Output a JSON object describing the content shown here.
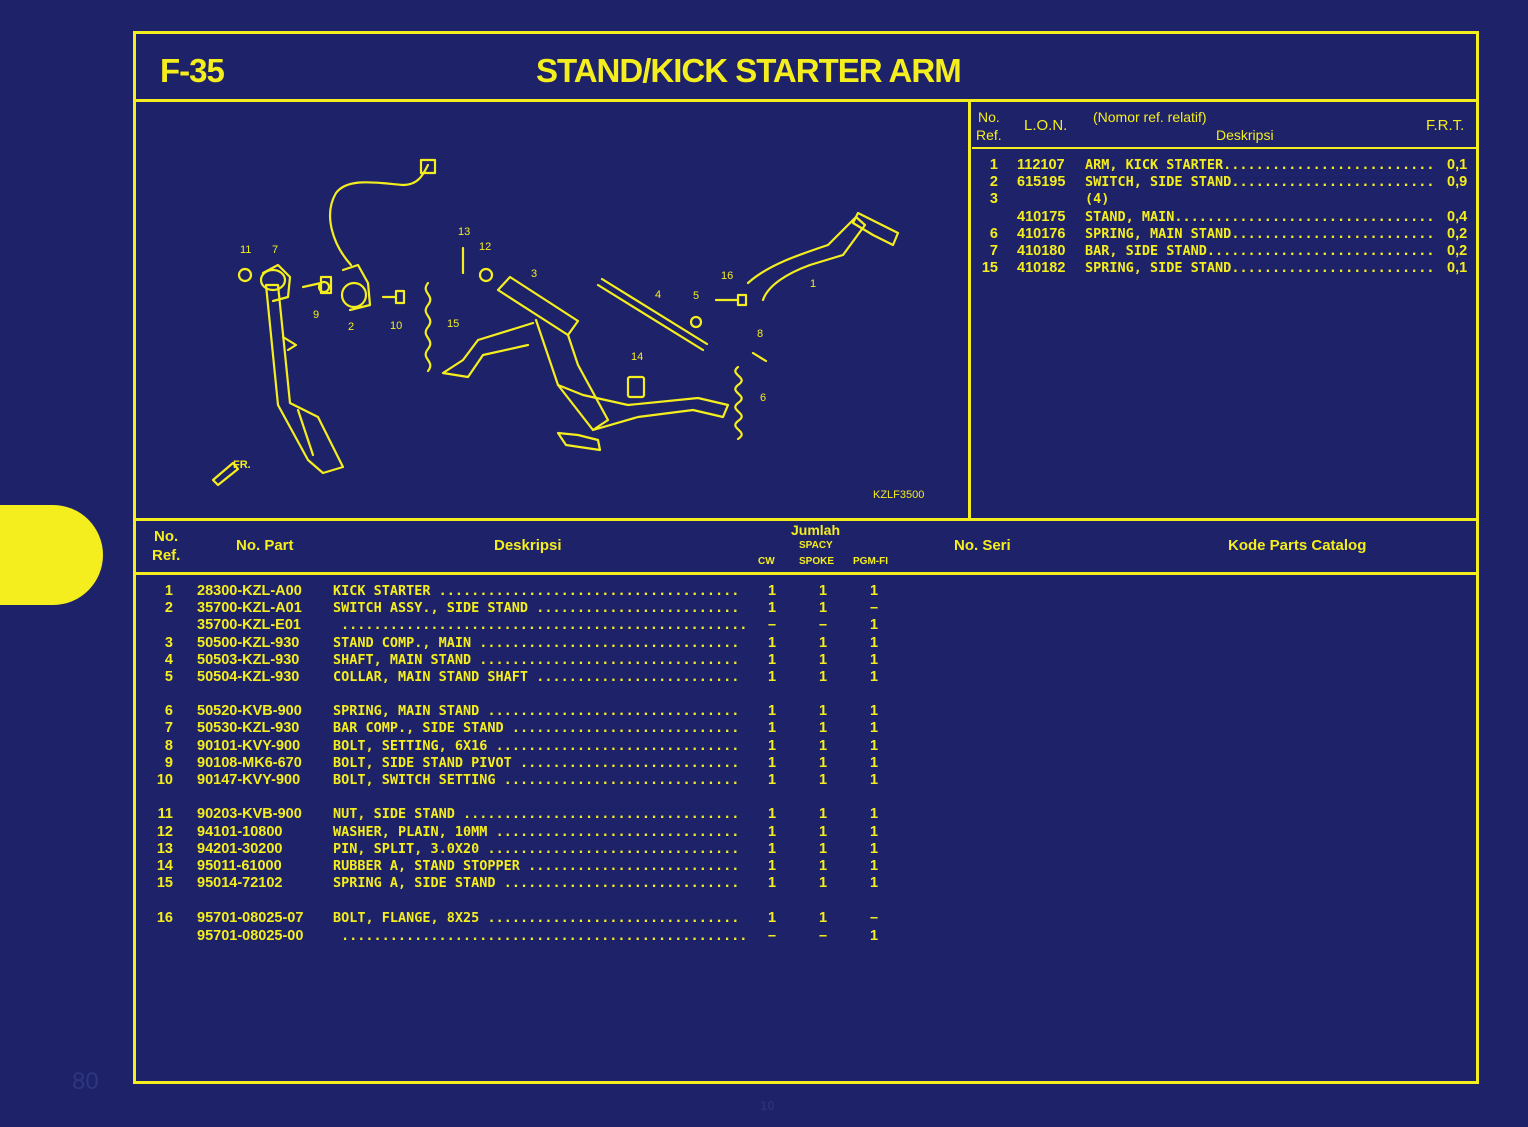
{
  "page": {
    "code": "F-35",
    "title": "STAND/KICK STARTER ARM",
    "page_number": "80",
    "footer_text": "10"
  },
  "figure": {
    "code": "KZLF3500",
    "fr_label": "FR.",
    "callouts": [
      "1",
      "2",
      "3",
      "4",
      "5",
      "6",
      "7",
      "8",
      "9",
      "10",
      "11",
      "12",
      "13",
      "14",
      "15",
      "16"
    ]
  },
  "ref_table": {
    "h_no": "No.",
    "h_ref": "Ref.",
    "h_lon": "L.O.N.",
    "h_rel": "(Nomor ref. relatif)",
    "h_desc": "Deskripsi",
    "h_frt": "F.R.T.",
    "rows": [
      {
        "ref": "1",
        "lon": "112107",
        "desc": "ARM, KICK STARTER",
        "frt": "0,1"
      },
      {
        "ref": "2",
        "lon": "615195",
        "desc": "SWITCH, SIDE STAND",
        "frt": "0,9"
      },
      {
        "ref": "3",
        "lon": "",
        "desc": "(4)",
        "frt": ""
      },
      {
        "ref": "",
        "lon": "410175",
        "desc": "STAND, MAIN",
        "frt": "0,4"
      },
      {
        "ref": "6",
        "lon": "410176",
        "desc": "SPRING, MAIN STAND",
        "frt": "0,2"
      },
      {
        "ref": "7",
        "lon": "410180",
        "desc": "BAR, SIDE STAND",
        "frt": "0,2"
      },
      {
        "ref": "15",
        "lon": "410182",
        "desc": "SPRING, SIDE STAND",
        "frt": "0,1"
      }
    ]
  },
  "parts_table": {
    "h_no": "No.",
    "h_ref": "Ref.",
    "h_part": "No. Part",
    "h_desc": "Deskripsi",
    "h_jumlah": "Jumlah",
    "h_spacy": "SPACY",
    "h_cw": "CW",
    "h_spoke": "SPOKE",
    "h_pgm": "PGM-FI",
    "h_seri": "No. Seri",
    "h_kode": "Kode Parts Catalog",
    "rows": [
      {
        "ref": "1",
        "part": "28300-KZL-A00",
        "desc": "KICK STARTER",
        "cw": "1",
        "spoke": "1",
        "pgm": "1"
      },
      {
        "ref": "2",
        "part": "35700-KZL-A01",
        "desc": "SWITCH ASSY., SIDE STAND",
        "cw": "1",
        "spoke": "1",
        "pgm": "–"
      },
      {
        "ref": "",
        "part": "35700-KZL-E01",
        "desc": "",
        "cw": "–",
        "spoke": "–",
        "pgm": "1"
      },
      {
        "ref": "3",
        "part": "50500-KZL-930",
        "desc": "STAND COMP., MAIN",
        "cw": "1",
        "spoke": "1",
        "pgm": "1"
      },
      {
        "ref": "4",
        "part": "50503-KZL-930",
        "desc": "SHAFT, MAIN STAND",
        "cw": "1",
        "spoke": "1",
        "pgm": "1"
      },
      {
        "ref": "5",
        "part": "50504-KZL-930",
        "desc": "COLLAR, MAIN STAND SHAFT",
        "cw": "1",
        "spoke": "1",
        "pgm": "1"
      },
      {
        "ref": "6",
        "part": "50520-KVB-900",
        "desc": "SPRING, MAIN STAND",
        "cw": "1",
        "spoke": "1",
        "pgm": "1"
      },
      {
        "ref": "7",
        "part": "50530-KZL-930",
        "desc": "BAR COMP., SIDE STAND",
        "cw": "1",
        "spoke": "1",
        "pgm": "1"
      },
      {
        "ref": "8",
        "part": "90101-KVY-900",
        "desc": "BOLT, SETTING, 6X16",
        "cw": "1",
        "spoke": "1",
        "pgm": "1"
      },
      {
        "ref": "9",
        "part": "90108-MK6-670",
        "desc": "BOLT, SIDE STAND PIVOT",
        "cw": "1",
        "spoke": "1",
        "pgm": "1"
      },
      {
        "ref": "10",
        "part": "90147-KVY-900",
        "desc": "BOLT, SWITCH SETTING",
        "cw": "1",
        "spoke": "1",
        "pgm": "1"
      },
      {
        "ref": "11",
        "part": "90203-KVB-900",
        "desc": "NUT, SIDE STAND",
        "cw": "1",
        "spoke": "1",
        "pgm": "1"
      },
      {
        "ref": "12",
        "part": "94101-10800",
        "desc": "WASHER, PLAIN, 10MM",
        "cw": "1",
        "spoke": "1",
        "pgm": "1"
      },
      {
        "ref": "13",
        "part": "94201-30200",
        "desc": "PIN, SPLIT, 3.0X20",
        "cw": "1",
        "spoke": "1",
        "pgm": "1"
      },
      {
        "ref": "14",
        "part": "95011-61000",
        "desc": "RUBBER A, STAND STOPPER",
        "cw": "1",
        "spoke": "1",
        "pgm": "1"
      },
      {
        "ref": "15",
        "part": "95014-72102",
        "desc": "SPRING A, SIDE STAND",
        "cw": "1",
        "spoke": "1",
        "pgm": "1"
      },
      {
        "ref": "16",
        "part": "95701-08025-07",
        "desc": "BOLT, FLANGE, 8X25",
        "cw": "1",
        "spoke": "1",
        "pgm": "–"
      },
      {
        "ref": "",
        "part": "95701-08025-00",
        "desc": "",
        "cw": "–",
        "spoke": "–",
        "pgm": "1"
      }
    ]
  }
}
